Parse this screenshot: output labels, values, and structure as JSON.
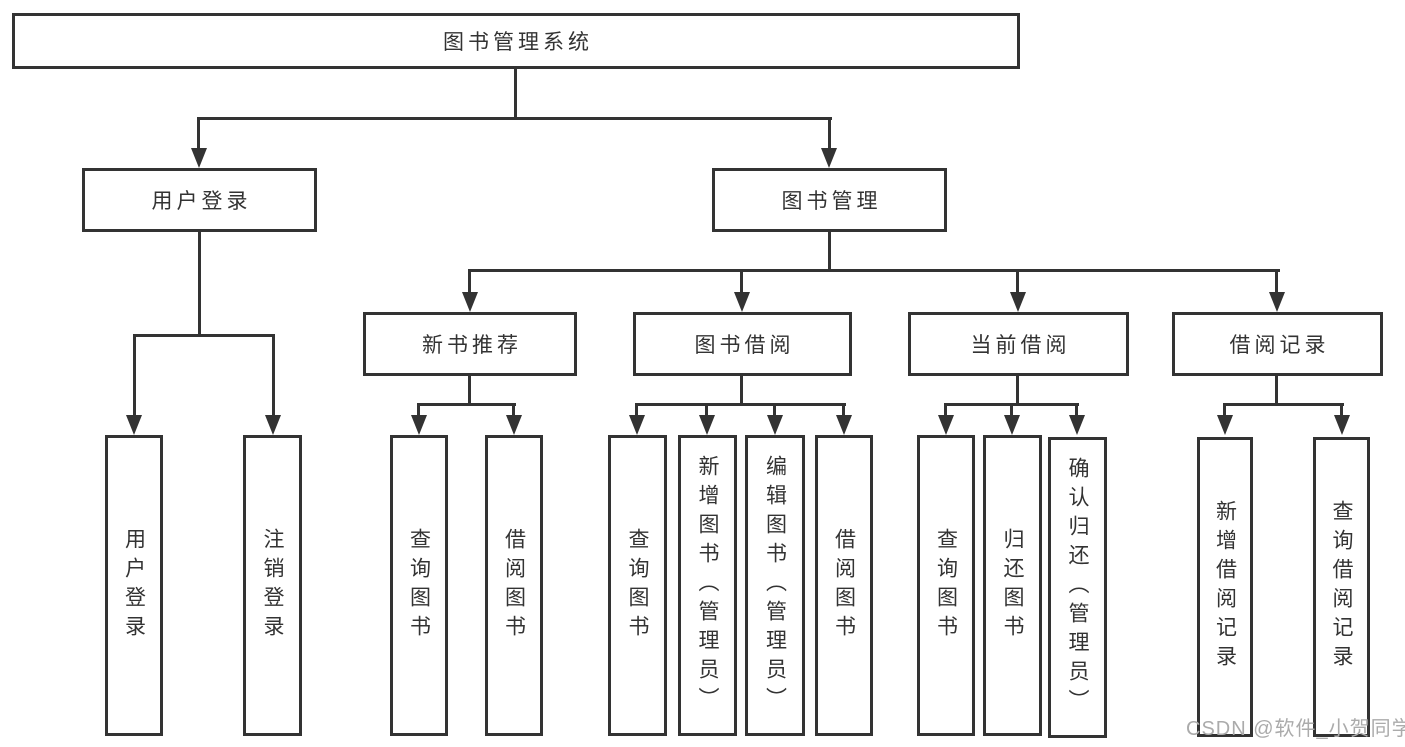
{
  "diagram": {
    "root": "图书管理系统",
    "user_login": {
      "label": "用户登录",
      "children": [
        "用户登录",
        "注销登录"
      ]
    },
    "book_mgmt": {
      "label": "图书管理",
      "groups": [
        {
          "label": "新书推荐",
          "children": [
            "查询图书",
            "借阅图书"
          ]
        },
        {
          "label": "图书借阅",
          "children": [
            "查询图书",
            "新增图书（管理员）",
            "编辑图书（管理员）",
            "借阅图书"
          ]
        },
        {
          "label": "当前借阅",
          "children": [
            "查询图书",
            "归还图书",
            "确认归还（管理员）"
          ]
        },
        {
          "label": "借阅记录",
          "children": [
            "新增借阅记录",
            "查询借阅记录"
          ]
        }
      ]
    },
    "watermark": "CSDN @软件_小贺同学",
    "colors": {
      "line": "#333333",
      "text": "#333333",
      "watermark": "#ababab",
      "background": "#ffffff"
    }
  }
}
